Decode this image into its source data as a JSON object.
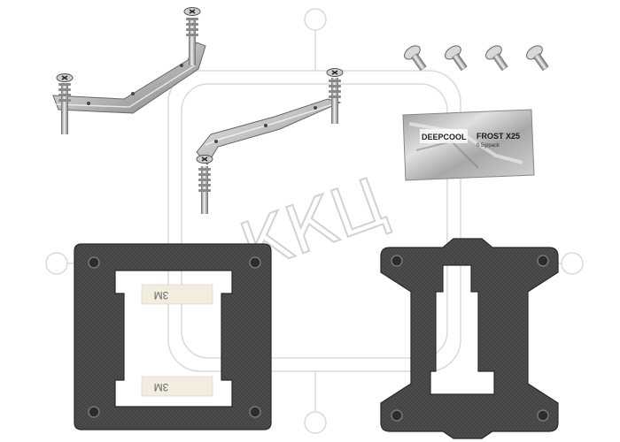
{
  "watermark": {
    "text": "ККЦ",
    "color": "#d9d9d9"
  },
  "thermal_paste_packet": {
    "brand": "DEEPCOOL",
    "model": "FROST X25",
    "subtext": "0.5g/pack"
  },
  "adhesive_tape": {
    "label": "3M"
  },
  "colors": {
    "backplate": "#4a4a4a",
    "backplate_edge": "#2c2c2c",
    "metal_light": "#e6e6e6",
    "metal_dark": "#8a8a8a",
    "packet": "#b5b5b5",
    "tape": "#f3ede0"
  }
}
